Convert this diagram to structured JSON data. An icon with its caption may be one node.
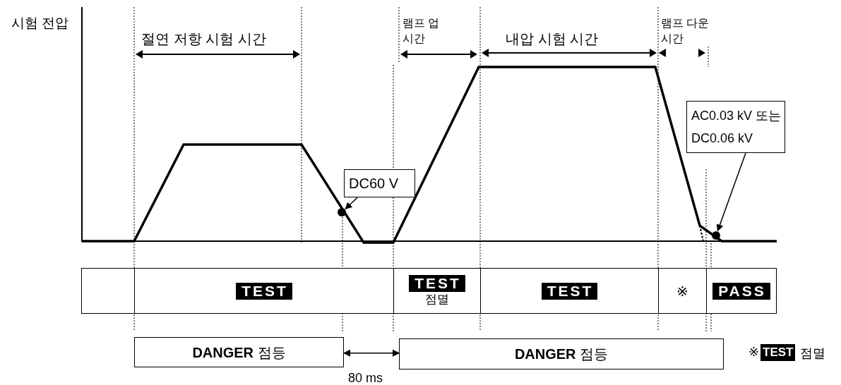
{
  "diagram": {
    "nodes": [
      {
        "text": [],
        "shape": "box"
      },
      {
        "text": [
          "TEST"
        ]
      },
      {
        "text": [
          "TEST",
          "점멸"
        ]
      },
      {
        "text": [
          "TEST"
        ]
      },
      {
        "text": [
          "※"
        ]
      },
      {
        "text": [
          "PASS"
        ]
      },
      {
        "text": [
          "**DANGER** 점등"
        ]
      },
      {
        "text": [
          "**DANGER** 점등"
        ]
      },
      {
        "text": [
          "DC60 V"
        ]
      },
      {
        "text": [],
        "shape": "circle"
      },
      {
        "text": [
          "AC0.03 kV 또는 DC0.06 kV"
        ]
      },
      {
        "text": [],
        "shape": "circle"
      }
    ],
    "edges": [
      {
        "from": 8,
        "to": 9,
        "arrow": "to"
      },
      {
        "from": 10,
        "to": 11,
        "arrow": "to"
      },
      {
        "from": 6,
        "to": 7,
        "arrow": "both",
        "label": "80 ms"
      }
    ],
    "labels": [
      "시험 전압",
      "절연 저항 시험 시간",
      "램프 업 시간",
      "내압 시험 시간",
      "램프 다운 시간",
      "※",
      "TEST",
      "점멸"
    ]
  }
}
